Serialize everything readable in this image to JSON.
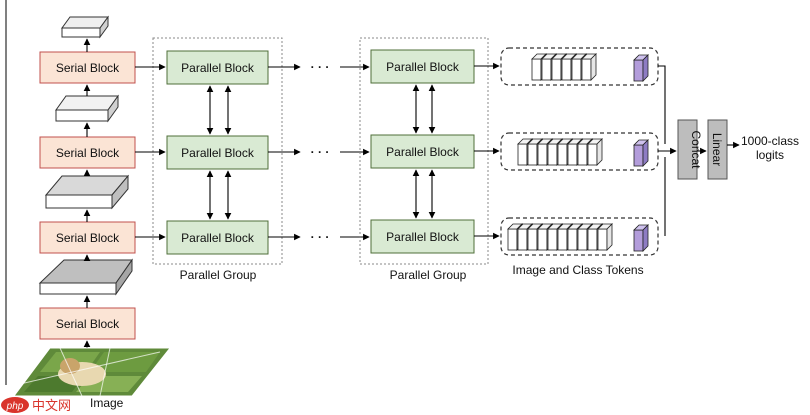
{
  "serial_block_label": "Serial Block",
  "parallel_block_label": "Parallel Block",
  "parallel_group_label": "Parallel Group",
  "image_class_tokens_label": "Image and Class Tokens",
  "concat_label": "Concat",
  "linear_label": "Linear",
  "output_label_line1": "1000-class",
  "output_label_line2": "logits",
  "input_label": "Image",
  "ellipsis": "· · ·",
  "watermark_text": "php 中文网",
  "colors": {
    "serial_fill": "#fbe4d5",
    "serial_stroke": "#c0504d",
    "parallel_fill": "#d9ead3",
    "parallel_stroke": "#4f6f3a",
    "class_token": "#b39ddb",
    "grey_block": "#bdbdbd"
  }
}
